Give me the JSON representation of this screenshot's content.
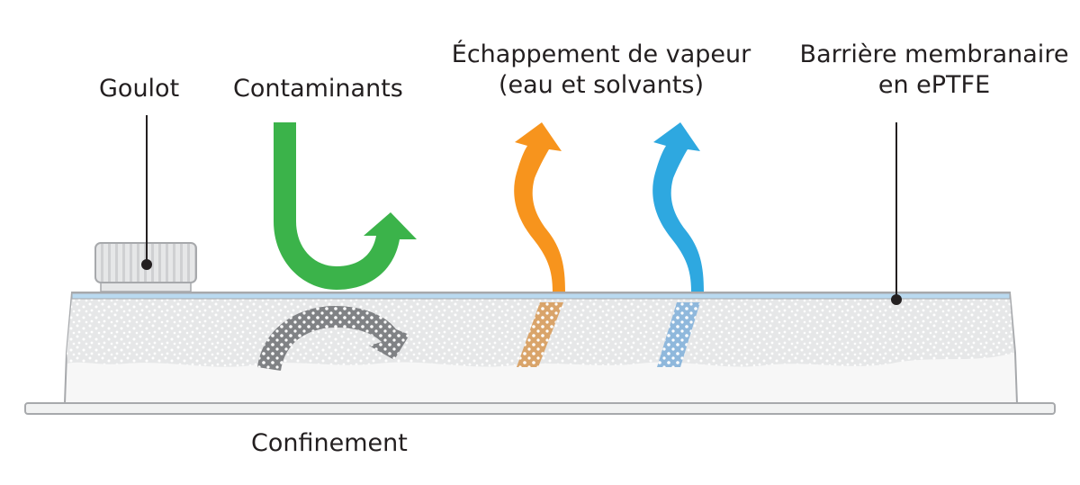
{
  "labels": {
    "goulot": "Goulot",
    "contaminants": "Contaminants",
    "vapour_line1": "Échappement de vapeur",
    "vapour_line2": "(eau et solvants)",
    "membrane_line1": "Barrière membranaire",
    "membrane_line2": "en ePTFE",
    "confinement": "Confinement"
  },
  "colors": {
    "contaminants_arrow": "#3bb34a",
    "water_vapour_arrow": "#2ea8e0",
    "solvent_vapour_arrow": "#f7941d",
    "confinement_arrow": "#808285",
    "membrane": "#b9d9ef",
    "tray_fill": "#e6e7e8",
    "tray_outline": "#a7a9ac",
    "leader_line": "#231f20"
  },
  "icons": {
    "cap": "screw-cap-icon",
    "contaminants": "u-turn-arrow-icon",
    "confinement": "curved-arrow-icon"
  }
}
